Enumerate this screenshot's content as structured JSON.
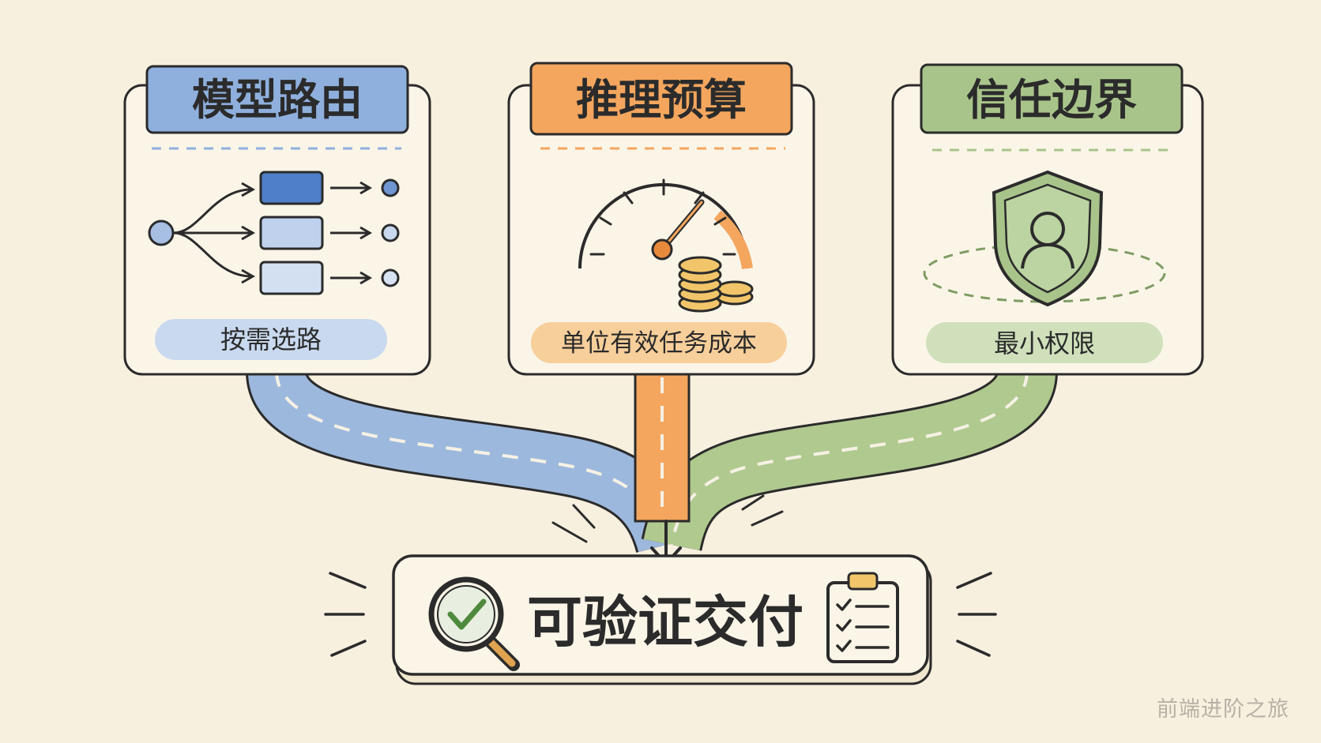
{
  "cards": [
    {
      "title": "模型路由",
      "subtitle": "按需选路",
      "accent": "#8fb0dd",
      "icon": "routing-diagram-icon"
    },
    {
      "title": "推理预算",
      "subtitle": "单位有效任务成本",
      "accent": "#f4a65e",
      "icon": "speedometer-coins-icon"
    },
    {
      "title": "信任边界",
      "subtitle": "最小权限",
      "accent": "#a9c48a",
      "icon": "shield-user-icon"
    }
  ],
  "result": {
    "title": "可验证交付",
    "icons": [
      "magnifier-check-icon",
      "checklist-clipboard-icon"
    ]
  },
  "watermark": "前端进阶之旅",
  "colors": {
    "background": "#f8f0df",
    "card_fill": "#fbf5e8",
    "ink": "#2b2b2b",
    "blue": "#8fb0dd",
    "orange": "#f4a65e",
    "green": "#a9c48a"
  }
}
